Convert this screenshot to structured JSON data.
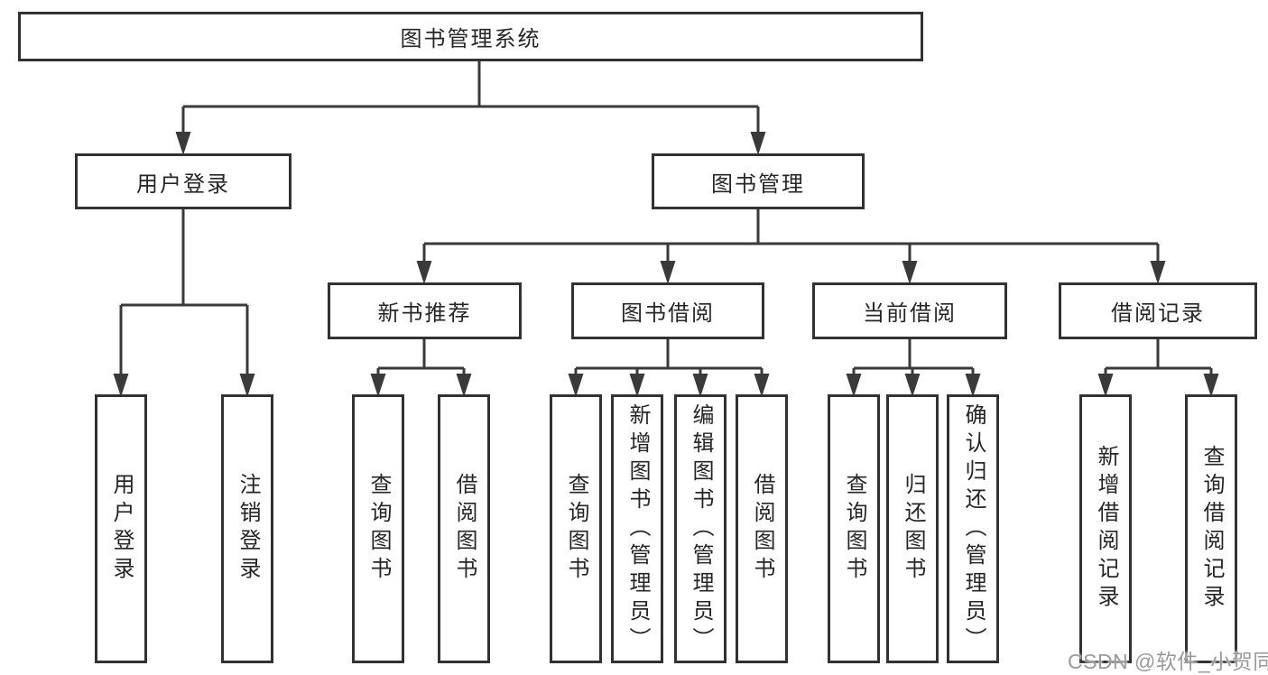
{
  "diagram": {
    "root": {
      "label": "图书管理系统"
    },
    "level2": [
      {
        "label": "用户登录",
        "children": [
          {
            "label": "用户登录"
          },
          {
            "label": "注销登录"
          }
        ]
      },
      {
        "label": "图书管理",
        "children": [
          {
            "label": "新书推荐",
            "children": [
              {
                "label": "查询图书"
              },
              {
                "label": "借阅图书"
              }
            ]
          },
          {
            "label": "图书借阅",
            "children": [
              {
                "label": "查询图书"
              },
              {
                "label": "新增图书（管理员）"
              },
              {
                "label": "编辑图书（管理员）"
              },
              {
                "label": "借阅图书"
              }
            ]
          },
          {
            "label": "当前借阅",
            "children": [
              {
                "label": "查询图书"
              },
              {
                "label": "归还图书"
              },
              {
                "label": "确认归还（管理员）"
              }
            ]
          },
          {
            "label": "借阅记录",
            "children": [
              {
                "label": "新增借阅记录"
              },
              {
                "label": "查询借阅记录"
              }
            ]
          }
        ]
      }
    ]
  },
  "watermark": {
    "text": "CSDN @软件_小贺同学",
    "color": "#9a9a9a"
  },
  "colors": {
    "line": "#3a3a3a",
    "box_border": "#323232",
    "text": "#262626",
    "background": "#ffffff"
  }
}
